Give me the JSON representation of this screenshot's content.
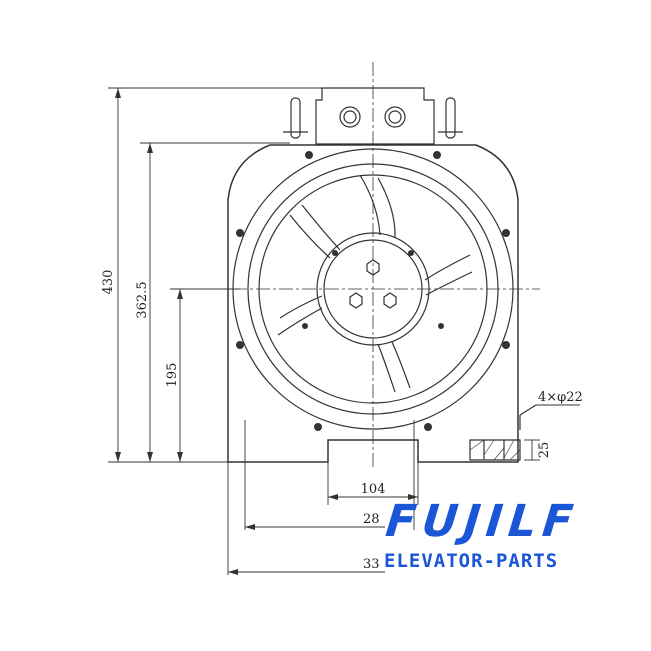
{
  "dimensions": {
    "overall_height": "430",
    "flange_height": "362.5",
    "shaft_center_height": "195",
    "foot_width": "104",
    "bolt_spacing": "28",
    "base_width": "33",
    "hole_spec": "4×φ22",
    "foot_thickness": "25"
  },
  "logo": {
    "brand": "FUJILF",
    "tagline": "ELEVATOR-PARTS",
    "color": "#1a56d6"
  }
}
